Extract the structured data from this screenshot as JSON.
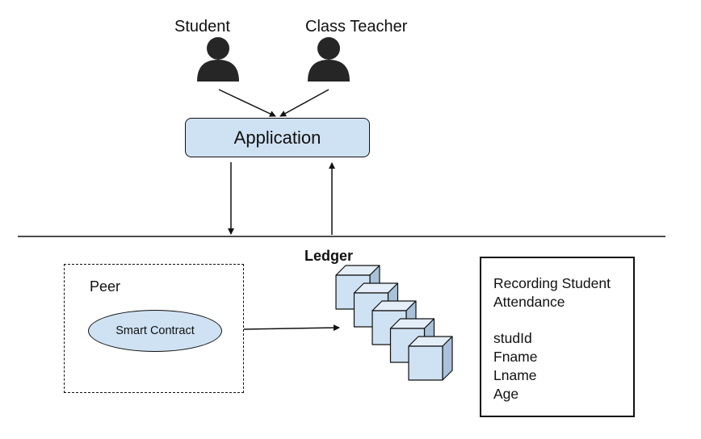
{
  "actors": {
    "student": {
      "label": "Student"
    },
    "class_teacher": {
      "label": "Class Teacher"
    }
  },
  "application": {
    "label": "Application"
  },
  "peer": {
    "label": "Peer",
    "smart_contract": "Smart Contract"
  },
  "ledger": {
    "label": "Ledger",
    "block_count": 5,
    "block_color": "#cfe2f3"
  },
  "record": {
    "title_lines": [
      "Recording Student",
      "Attendance"
    ],
    "fields": [
      "studId",
      "Fname",
      "Lname",
      "Age"
    ]
  },
  "colors": {
    "box_fill": "#cfe2f3",
    "actor_icon": "#262626",
    "line": "#111111"
  }
}
